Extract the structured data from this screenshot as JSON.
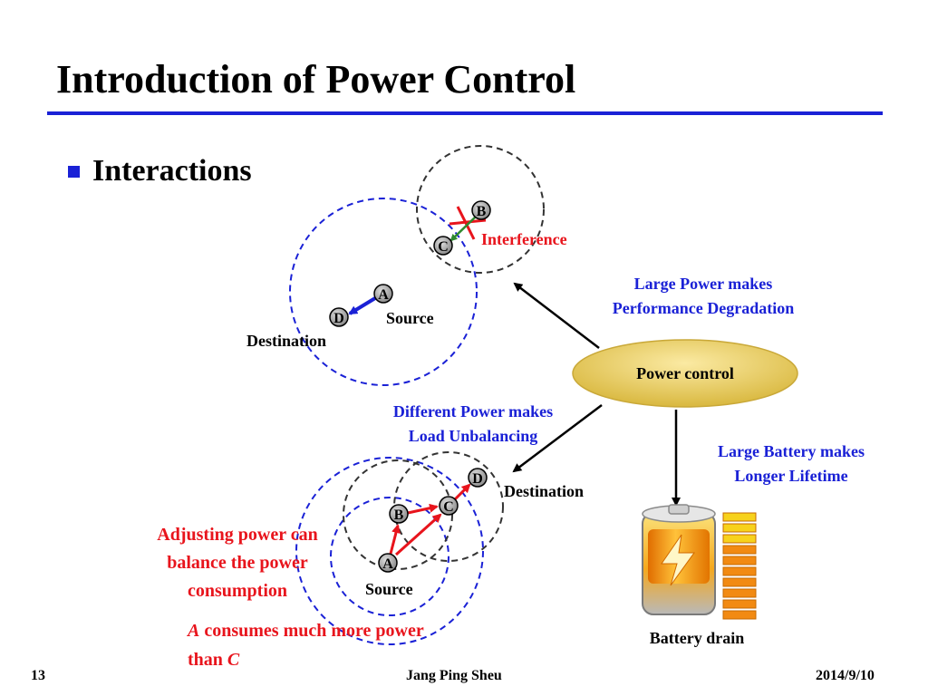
{
  "slide": {
    "title": "Introduction of Power Control",
    "bullet": "Interactions"
  },
  "diagram": {
    "nodes": {
      "A": "A",
      "B": "B",
      "C": "C",
      "D": "D"
    },
    "labels": {
      "interference": "Interference",
      "source_top": "Source",
      "destination_top": "Destination",
      "power_control": "Power control",
      "perf_line1": "Large Power makes",
      "perf_line2": "Performance Degradation",
      "load_line1": "Different Power makes",
      "load_line2": "Load Unbalancing",
      "life_line1": "Large Battery makes",
      "life_line2": "Longer Lifetime",
      "destination_bottom": "Destination",
      "source_bottom": "Source",
      "adjust_line1": "Adjusting power can",
      "adjust_line2": "balance the power",
      "adjust_line3": "consumption",
      "consumes_italic_a": "A",
      "consumes_line1_rest": " consumes much more power",
      "consumes_line2": "than ",
      "consumes_italic_c": "C",
      "battery_drain": "Battery drain"
    },
    "colors": {
      "blue": "#1a21d6",
      "red": "#e8141c",
      "green": "#2f8a2f",
      "ellipse_fill": "#e9cf63",
      "battery_orange": "#f28a12",
      "battery_yellow": "#f7d21c"
    }
  },
  "footer": {
    "page_number": "13",
    "author": "Jang Ping Sheu",
    "date": "2014/9/10"
  }
}
